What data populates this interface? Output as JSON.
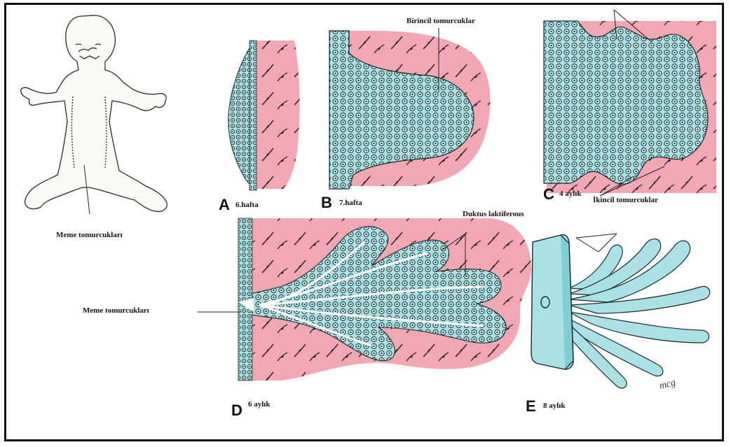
{
  "colors": {
    "mesenchyme": "#f2a8b4",
    "epithelium": "#a9e1e4",
    "cell_outline": "#1b2a2a",
    "line": "#222222"
  },
  "panels": [
    {
      "letter": "A",
      "caption": "6.hafta"
    },
    {
      "letter": "B",
      "caption": "7.hafta"
    },
    {
      "letter": "C",
      "caption": "4 aylık"
    },
    {
      "letter": "D",
      "caption": "6 aylık"
    },
    {
      "letter": "E",
      "caption": "8 aylık"
    }
  ],
  "labels": {
    "embryo_buds": "Meme tomurcukları",
    "primary_buds": "Birincil tomurcuklar",
    "secondary_buds": "İkincil tomurcuklar",
    "lactiferous_ducts": "Duktus laktiferous",
    "d_nipple_buds": "Meme tomurcukları"
  },
  "signature": "mcg"
}
